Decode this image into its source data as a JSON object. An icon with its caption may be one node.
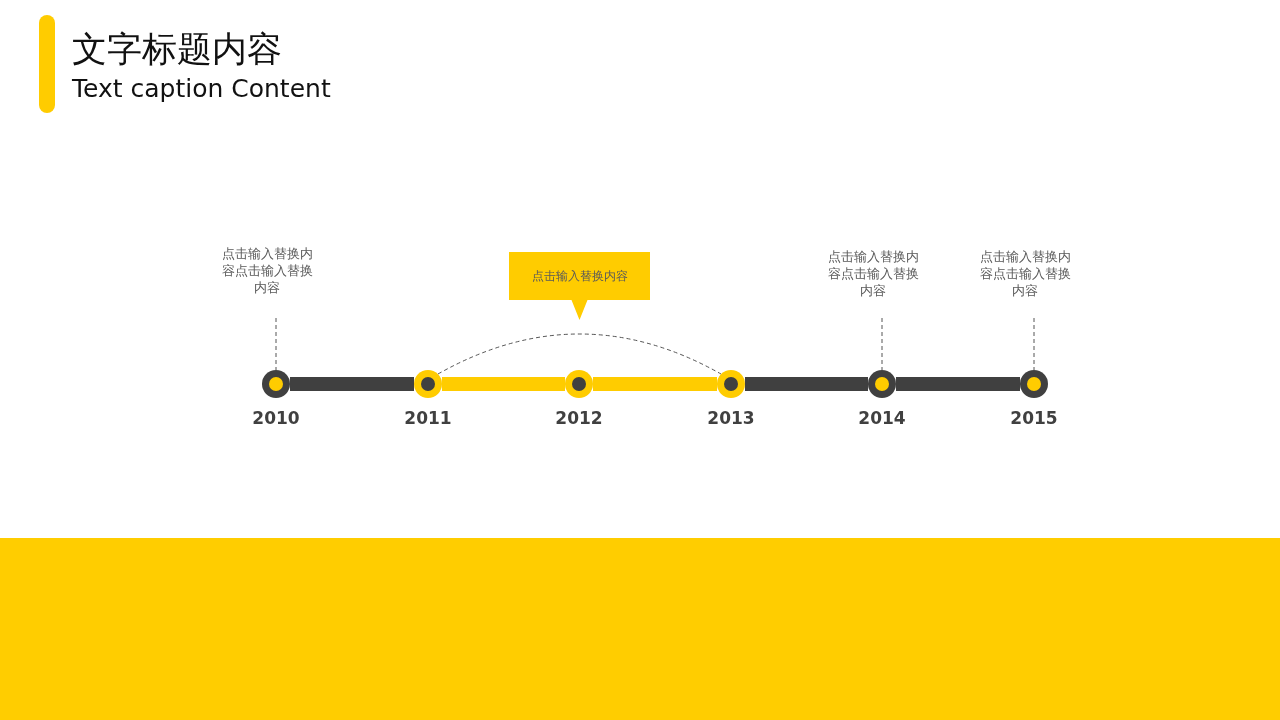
{
  "diagram": {
    "title": "文字标题内容",
    "caption": "Text caption Content",
    "nodes": [
      {
        "text": [
          "点击输入替换内容点击输入替换内容"
        ]
      },
      {
        "text": [
          "点击输入替换内容"
        ]
      },
      {
        "text": [
          "点击输入替换内容点击输入替换内容"
        ]
      },
      {
        "text": [
          "点击输入替换内容点击输入替换内容"
        ]
      },
      {
        "text": [],
        "shape": "circle",
        "beside": [
          "2010"
        ]
      },
      {
        "text": [],
        "shape": "circle",
        "beside": [
          "2011"
        ]
      },
      {
        "text": [],
        "shape": "circle",
        "beside": [
          "2012"
        ]
      },
      {
        "text": [],
        "shape": "circle",
        "beside": [
          "2013"
        ]
      },
      {
        "text": [],
        "shape": "circle",
        "beside": [
          "2014"
        ]
      },
      {
        "text": [],
        "shape": "circle",
        "beside": [
          "2015"
        ]
      }
    ],
    "edges": [
      {
        "from": 0,
        "to": 4,
        "arrow": "none",
        "style": "dashed"
      },
      {
        "from": 2,
        "to": 8,
        "arrow": "none",
        "style": "dashed"
      },
      {
        "from": 3,
        "to": 9,
        "arrow": "none",
        "style": "dashed"
      },
      {
        "from": 4,
        "to": 5,
        "arrow": "none"
      },
      {
        "from": 5,
        "to": 6,
        "arrow": "none",
        "color": "#ffcc00"
      },
      {
        "from": 6,
        "to": 7,
        "arrow": "none",
        "color": "#ffcc00"
      },
      {
        "from": 7,
        "to": 8,
        "arrow": "none"
      },
      {
        "from": 8,
        "to": 9,
        "arrow": "none"
      },
      {
        "from": 5,
        "to": 7,
        "arrow": "none",
        "style": "dashed"
      }
    ]
  }
}
